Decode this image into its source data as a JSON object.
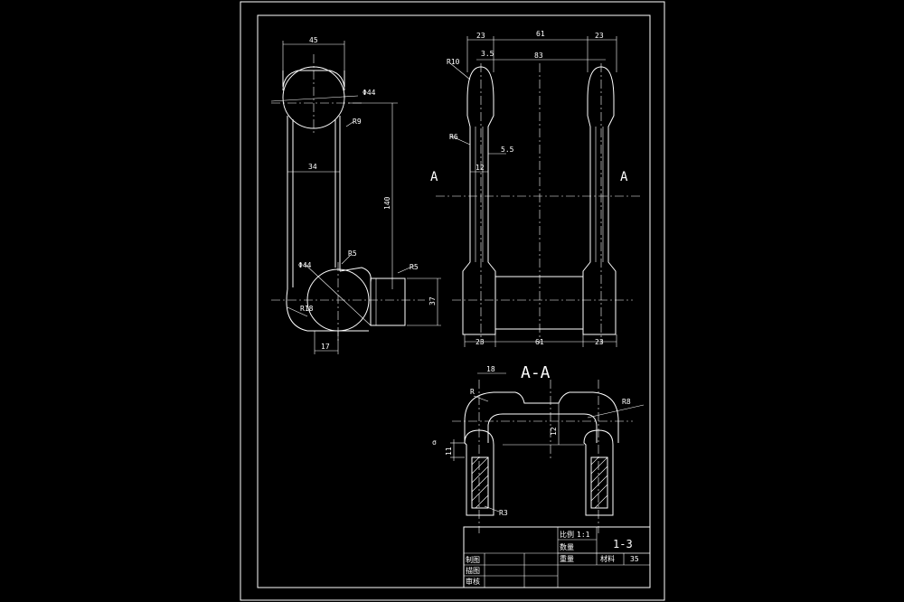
{
  "colors": {
    "background": "#000000",
    "lines": "#ffffff"
  },
  "front_view": {
    "dims": {
      "top_width": "45",
      "phi_top": "Φ44",
      "r_top": "R9",
      "inner_width": "34",
      "height": "140",
      "r_mid": "R5",
      "r_boss": "R5",
      "phi_bottom": "Φ44",
      "r_bottom": "R18",
      "bottom_offset": "17",
      "boss_height": "37"
    }
  },
  "side_view": {
    "dims": {
      "top_left": "23",
      "top_mid": "61",
      "top_right": "23",
      "overall": "83",
      "small": "3.5",
      "r_top": "R10",
      "r_inner": "R6",
      "gap": "5.5",
      "rod_width": "12",
      "bottom_left": "23",
      "bottom_mid": "61",
      "bottom_right": "23"
    },
    "section_marks": {
      "left": "A",
      "right": "A"
    }
  },
  "section_view": {
    "title": "A-A",
    "dims": {
      "width_top": "18",
      "r_left": "R",
      "r_right": "R8",
      "height": "12",
      "side_small": "σ",
      "side_offset": "11",
      "r_bottom": "R3"
    }
  },
  "title_block": {
    "scale_label": "比例",
    "scale_value": "1:1",
    "qty_label": "数量",
    "weight_label": "重量",
    "material_label": "材料",
    "material_value": "35",
    "drawing_no": "1-3",
    "designer_label": "制图",
    "drafter_label": "描图",
    "reviewer_label": "审核"
  }
}
